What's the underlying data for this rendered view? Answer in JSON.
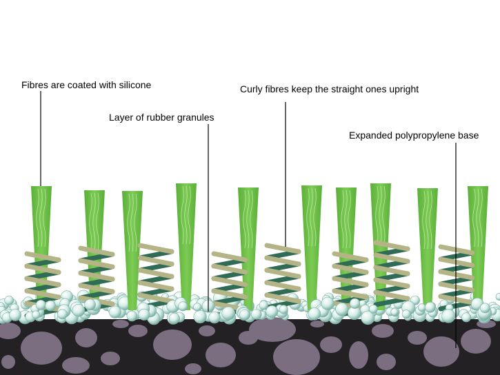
{
  "labels": {
    "silicone": "Fibres are coated with silicone",
    "rubber": "Layer of rubber granules",
    "curly": "Curly fibres keep the straight ones upright",
    "base": "Expanded polypropylene base"
  },
  "colors": {
    "background": "#ffffff",
    "fibre_green": "#6cbf45",
    "fibre_highlight": "#c8eab0",
    "coil_light": "#b5b487",
    "coil_dark": "#2f6b55",
    "granule": "#cfe8e2",
    "granule_edge": "#7fb1a6",
    "base_dark": "#242124",
    "base_stone": "#7a6e80",
    "leader_line": "#000000"
  }
}
